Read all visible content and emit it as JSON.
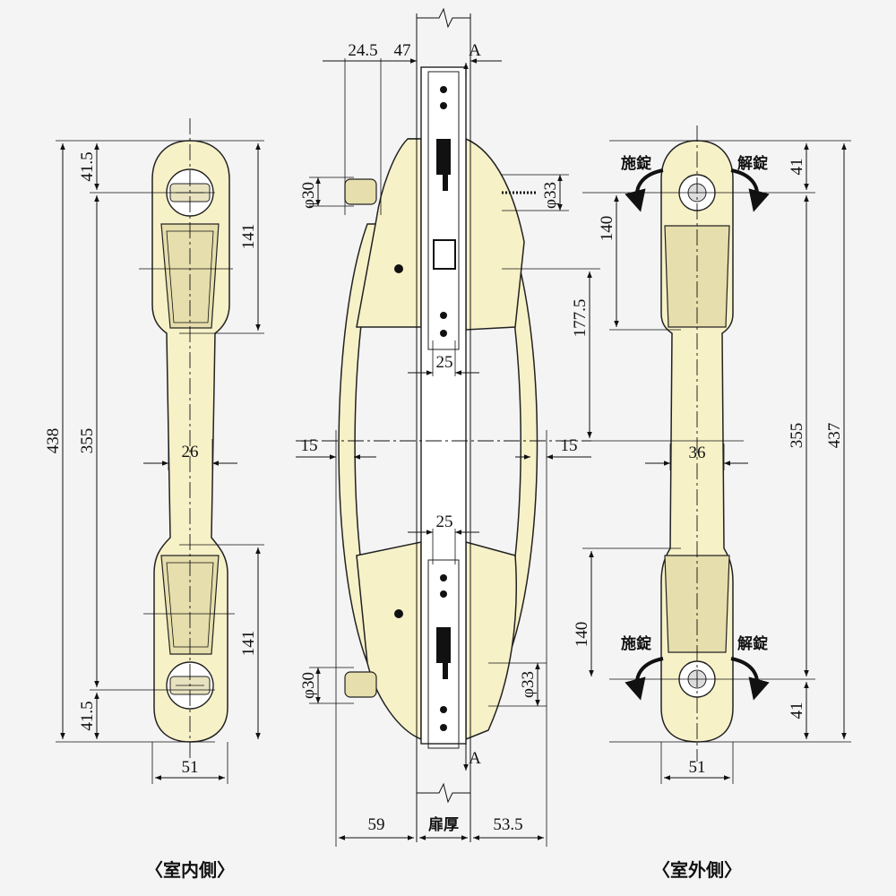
{
  "captions": {
    "indoor": "〈室内側〉",
    "outdoor": "〈室外側〉"
  },
  "labels": {
    "lock": "施錠",
    "unlock": "解錠",
    "door_thickness": "扉厚",
    "section": "A"
  },
  "indoor_dims": {
    "top_offset": "41.5",
    "upper_span": "141",
    "overall": "438",
    "center_span": "355",
    "grip_width": "26",
    "lower_span": "141",
    "bottom_offset": "41.5",
    "base_width": "51"
  },
  "side_dims": {
    "d1": "24.5",
    "d2": "47",
    "dia_left_top": "φ30",
    "dia_right_top": "φ33",
    "spacing": "177.5",
    "block_width_top": "25",
    "left_gap": "15",
    "right_gap": "15",
    "block_width_bottom": "25",
    "dia_left_bottom": "φ30",
    "dia_right_bottom": "φ33",
    "left_proj": "59",
    "right_proj": "53.5"
  },
  "outdoor_dims": {
    "top_offset": "41",
    "upper_span": "140",
    "center_span": "355",
    "overall": "437",
    "grip_width": "36",
    "lower_span": "140",
    "bottom_offset": "41",
    "base_width": "51"
  }
}
